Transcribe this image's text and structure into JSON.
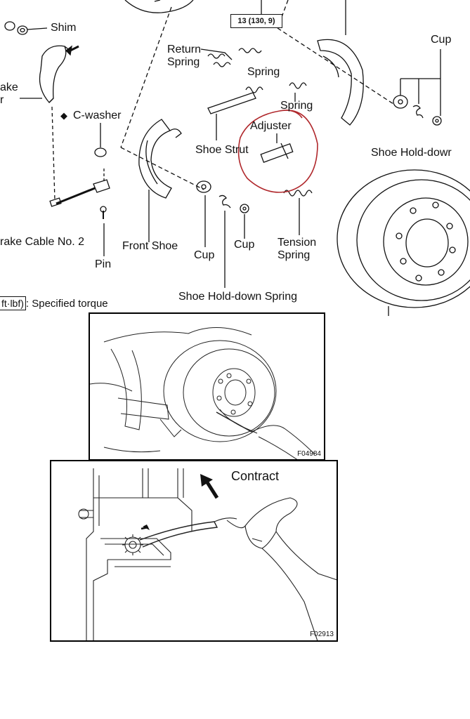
{
  "labels": {
    "shim": "Shim",
    "brake_lever_partial_1": "ake",
    "brake_lever_partial_2": "r",
    "c_washer": "C-washer",
    "return_spring_1": "Return",
    "return_spring_2": "Spring",
    "spring_top": "Spring",
    "spring_mid": "Spring",
    "cup_right": "Cup",
    "adjuster": "Adjuster",
    "shoe_strut": "Shoe Strut",
    "shoe_hold_down_right": "Shoe  Hold-dowr",
    "brake_cable": "rake Cable No. 2",
    "front_shoe": "Front Shoe",
    "cup_left": "Cup",
    "cup_center": "Cup",
    "tension_spring_1": "Tension",
    "tension_spring_2": "Spring",
    "pin": "Pin",
    "shoe_hold_down_bottom": "Shoe Hold-down Spring",
    "bullet": "◆"
  },
  "torque": {
    "value": "13 (130, 9)",
    "spec_unit_partial": "ft·lbf)",
    "spec_text": ": Specified torque"
  },
  "figure_codes": {
    "panel1": "F04984",
    "panel2": "F02913"
  },
  "contract_label": "Contract",
  "colors": {
    "line": "#111111",
    "highlight_circle": "#b0282c",
    "background": "#ffffff"
  }
}
